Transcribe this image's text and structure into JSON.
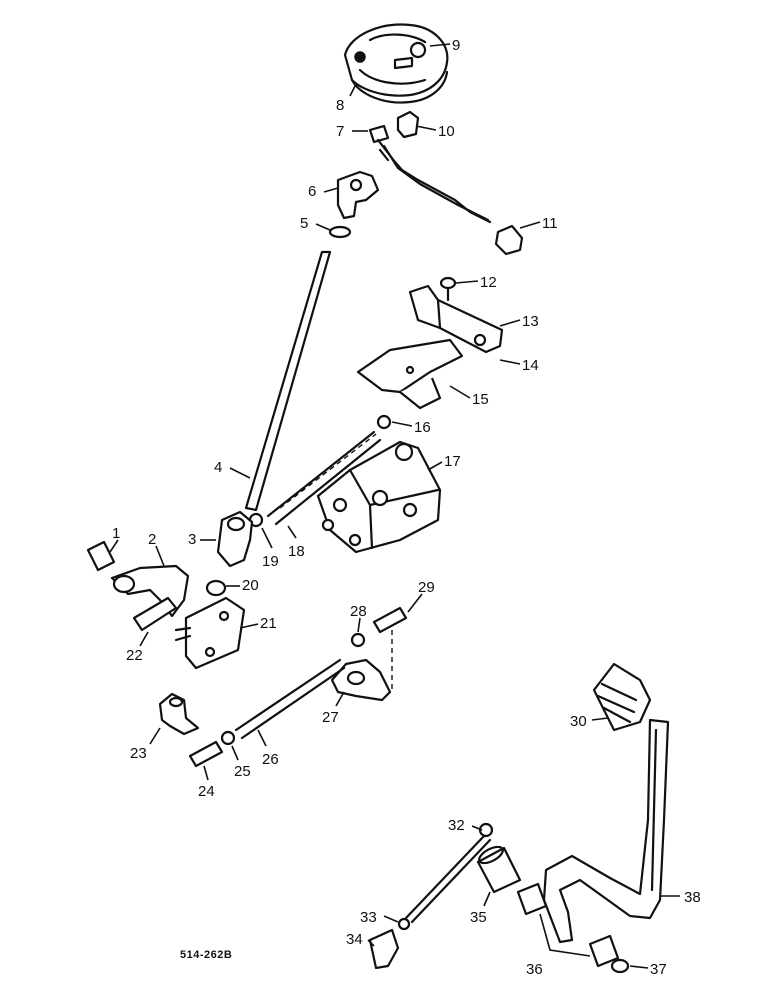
{
  "diagram": {
    "reference_code": "514-262B",
    "callouts": [
      "1",
      "2",
      "3",
      "4",
      "5",
      "6",
      "7",
      "8",
      "9",
      "10",
      "11",
      "12",
      "13",
      "14",
      "15",
      "16",
      "17",
      "18",
      "19",
      "20",
      "21",
      "22",
      "23",
      "24",
      "25",
      "26",
      "27",
      "28",
      "29",
      "30",
      "32",
      "33",
      "34",
      "35",
      "36",
      "37",
      "38"
    ]
  }
}
